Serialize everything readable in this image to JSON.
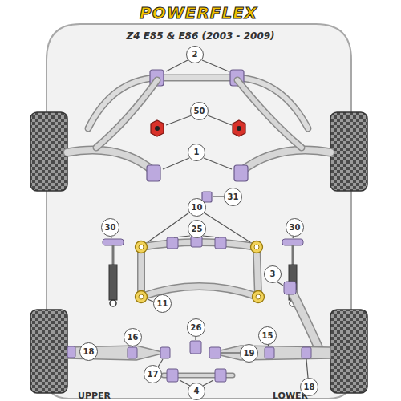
{
  "diagram": {
    "title": "Z4 E85 & E86 (2003 - 2009)",
    "nodes": [
      {
        "text": [
          "2"
        ]
      },
      {
        "text": [
          "50"
        ]
      },
      {
        "text": [
          "1"
        ]
      },
      {
        "text": [
          "31"
        ]
      },
      {
        "text": [
          "10"
        ]
      },
      {
        "text": [
          "30"
        ]
      },
      {
        "text": [
          "25"
        ]
      },
      {
        "text": [
          "30"
        ]
      },
      {
        "text": [
          "3"
        ]
      },
      {
        "text": [
          "11"
        ]
      },
      {
        "text": [
          "26"
        ]
      },
      {
        "text": [
          "16"
        ]
      },
      {
        "text": [
          "15"
        ]
      },
      {
        "text": [
          "18"
        ]
      },
      {
        "text": [
          "19"
        ]
      },
      {
        "text": [
          "17"
        ]
      },
      {
        "text": [
          "4"
        ]
      },
      {
        "text": [
          "18"
        ]
      }
    ],
    "labels": [
      "POWERFLEX",
      "UPPER",
      "LOWER"
    ]
  }
}
